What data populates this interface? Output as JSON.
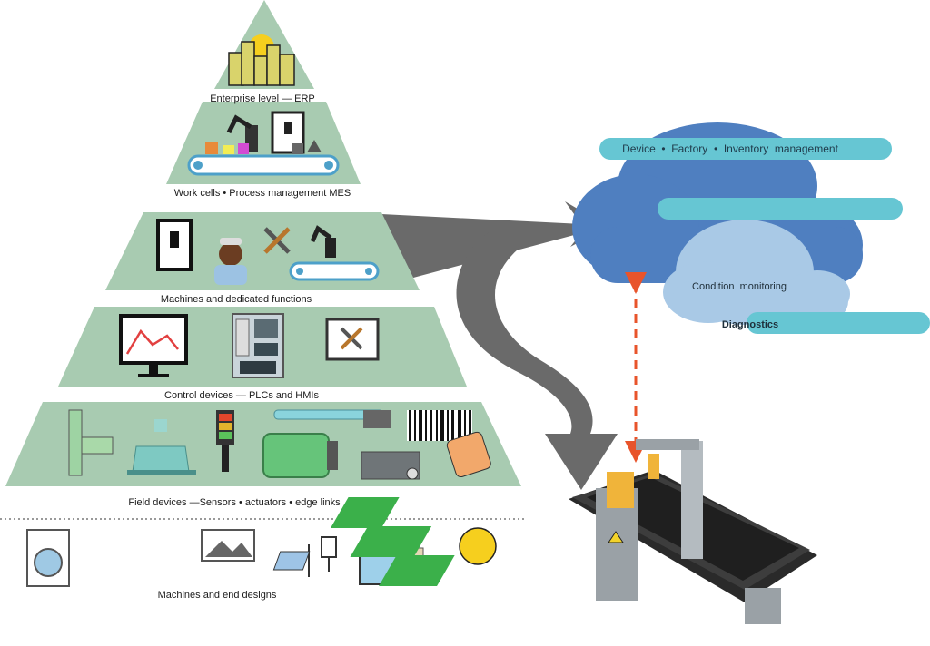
{
  "pyramid": {
    "tiers": [
      {
        "id": "enterprise",
        "label": "Enterprise level — ERP"
      },
      {
        "id": "workcells",
        "label": "Work cells • Process management MES"
      },
      {
        "id": "machines",
        "label": "Machines and dedicated functions"
      },
      {
        "id": "control",
        "label": "Control devices — PLCs and HMIs"
      },
      {
        "id": "field",
        "label": "Field devices —Sensors • actuators • edge links"
      }
    ],
    "bottom_label": "Machines and end designs"
  },
  "cloud": {
    "pill_top": "Device  •  Factory  •  Inventory  management",
    "pill_middle": "",
    "condition": "Condition  monitoring",
    "diagnostics": "Diagnostics"
  },
  "colors": {
    "tier_fill": "#a8cbb1",
    "cloud_dark": "#4f7fc0",
    "cloud_light": "#a9c9e6",
    "pill": "#66c6d3",
    "arrow": "#6a6a6a",
    "link": "#e8542b"
  }
}
